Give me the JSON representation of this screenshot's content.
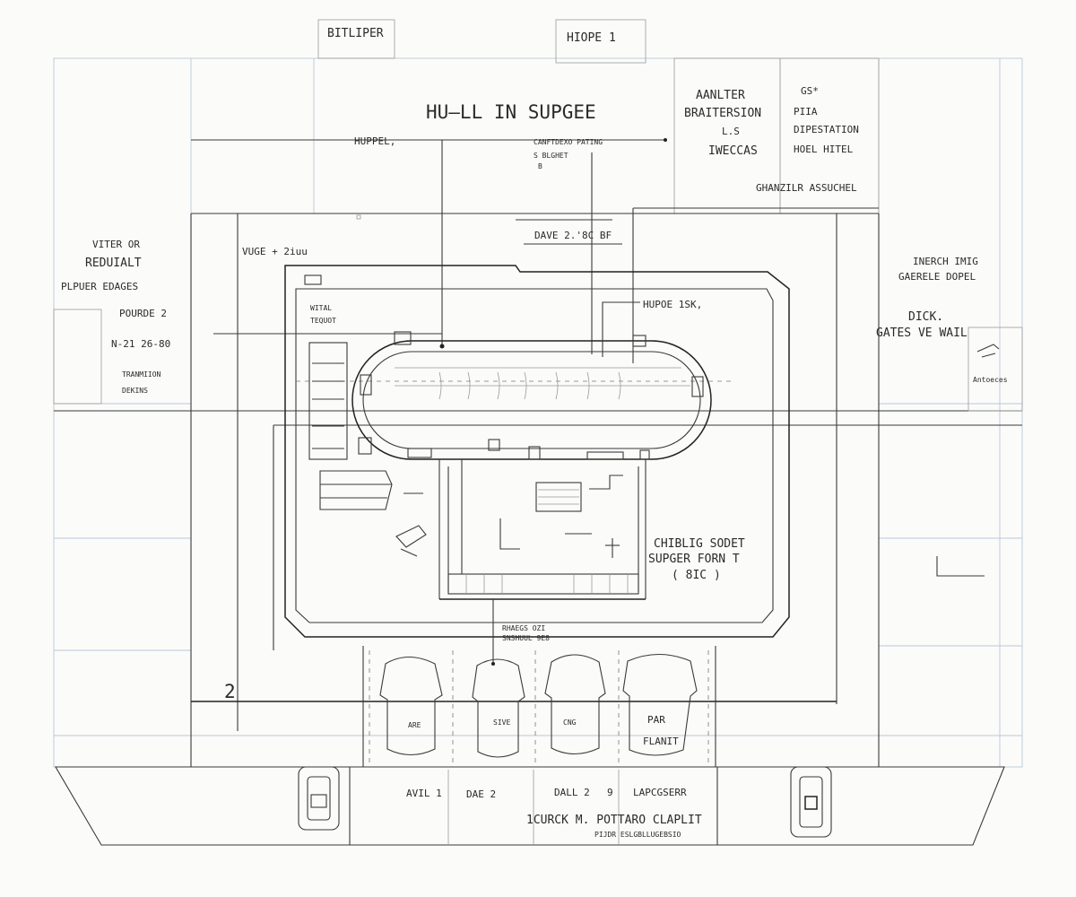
{
  "tabs": {
    "left": "BITLIPER",
    "right": "HIOPE 1"
  },
  "title": "HU—LL IN SUPGEE",
  "top_labels": {
    "hupper": "HUPPEL,",
    "center_block": [
      "CANFTDEXO PATING",
      "S BLGHET",
      "B"
    ]
  },
  "right_block_a": [
    "AANLTER",
    "BRAITERSION",
    "L.S",
    "IWECCAS"
  ],
  "right_block_b": [
    "GS*",
    "PIIA",
    "DIPESTATION",
    "HOEL HITEL"
  ],
  "right_block_footer": "GHANZILR ASSUCHEL",
  "left_notes": {
    "header": [
      "VITER OR",
      "REDUIALT",
      "PLPUER EDAGES"
    ],
    "pourde": "POURDE 2",
    "code": "N-21 26-80",
    "transition": [
      "TRANMIION",
      "DEKINS"
    ]
  },
  "right_notes": {
    "header": [
      "INERCH IMIG",
      "GAERELE DOPEL"
    ],
    "gates": [
      "DICK.",
      "GATES VE WAIL"
    ],
    "small": "Antoeces"
  },
  "plan_labels": {
    "vuge": "VUGE + 2iuu",
    "wital": [
      "WITAL",
      "TEQUOT"
    ],
    "dave": "DAVE 2.'8C BF",
    "hupoe": "HUPOE 1SK,",
    "chibling": [
      "CHIBLIG SODET",
      "SUPGER FORN T",
      "( 8IC )"
    ],
    "rhaegs": [
      "RHAEGS OZI",
      "SNSHUUL 9E8"
    ]
  },
  "grid_marker": "2",
  "parking": [
    "ARE",
    "SIVE",
    "CNG",
    "PAR",
    "FLANIT"
  ],
  "bottom_labels": [
    "AVIL 1",
    "DAE 2",
    "DALL 2",
    "9",
    "LAPCGSERR"
  ],
  "footer": [
    "1CURCK M. POTTARO CLAPLIT",
    "PIJDR ESLGBLLUGEBSIO"
  ],
  "colors": {
    "ink": "#2a2a2a",
    "paper": "#fbfbf9",
    "grid": "#b9c7da"
  }
}
